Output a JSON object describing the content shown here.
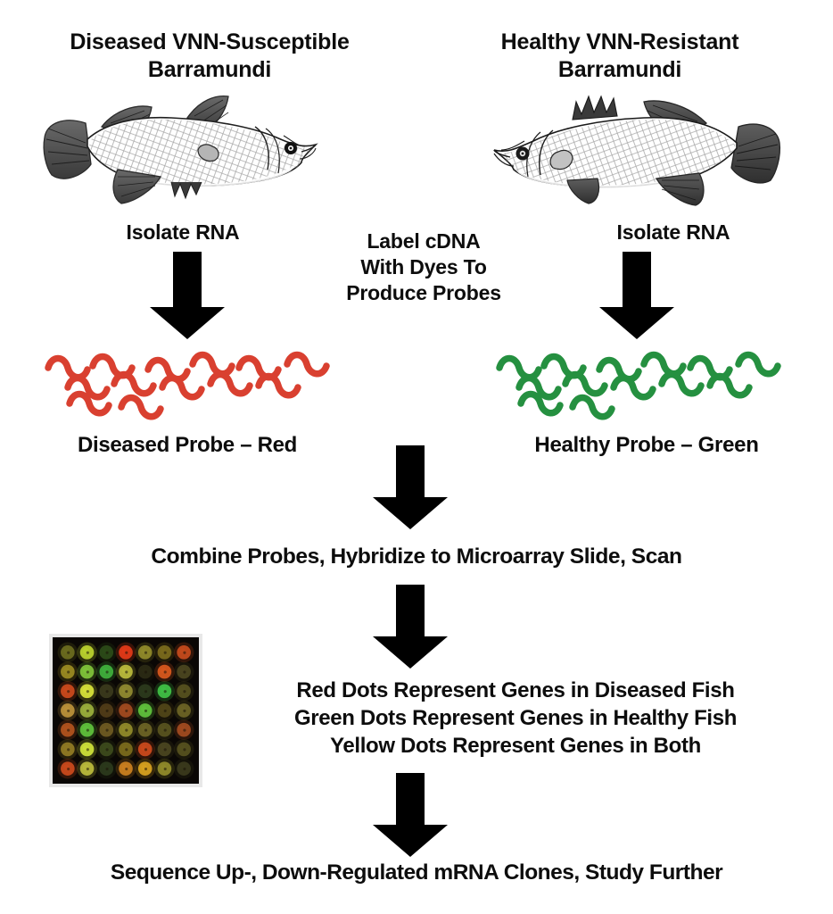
{
  "diagram": {
    "title_left": "Diseased VNN-Susceptible Barramundi",
    "title_right": "Healthy VNN-Resistant Barramundi",
    "headers": {
      "left_line1": "Diseased VNN-Susceptible",
      "left_line2": "Barramundi",
      "right_line1": "Healthy VNN-Resistant",
      "right_line2": "Barramundi"
    },
    "steps": {
      "isolate_rna_left": "Isolate RNA",
      "isolate_rna_right": "Isolate RNA",
      "label_cdna_line1": "Label cDNA",
      "label_cdna_line2": "With Dyes To",
      "label_cdna_line3": "Produce Probes",
      "probe_left": "Diseased Probe – Red",
      "probe_right": "Healthy Probe – Green",
      "combine": "Combine Probes, Hybridize to Microarray Slide, Scan",
      "legend_line1": "Red Dots Represent Genes in Diseased Fish",
      "legend_line2": "Green Dots Represent Genes in Healthy Fish",
      "legend_line3": "Yellow Dots Represent Genes in Both",
      "final": "Sequence Up-, Down-Regulated mRNA Clones, Study Further"
    },
    "icons": {
      "fish_left": "fish-illustration-facing-right",
      "fish_right": "fish-illustration-facing-left",
      "arrow": "down-arrow-icon",
      "probe_left_icon": "red-rna-squiggles",
      "probe_right_icon": "green-rna-squiggles",
      "microarray": "microarray-slide-scan-image"
    },
    "colors": {
      "red_probe": "#D94030",
      "green_probe": "#259040",
      "text": "#0d0d0d",
      "arrow": "#000000",
      "background": "#ffffff",
      "array_background": "#0a0705"
    },
    "microarray": {
      "rows": 7,
      "cols": 7,
      "spots": [
        [
          "#6b6b1f",
          "#b9d12e",
          "#2c4a18",
          "#e03a18",
          "#8f8a2a",
          "#7a6a1c",
          "#c44a1c"
        ],
        [
          "#9a8a22",
          "#7fc23a",
          "#3fae3c",
          "#b9b93c",
          "#2b2a14",
          "#d6571e",
          "#4a4420"
        ],
        [
          "#c9491c",
          "#d6e03a",
          "#3a3a1c",
          "#8f8a30",
          "#2c3a1c",
          "#3fbf46",
          "#55501f"
        ],
        [
          "#b9903a",
          "#9aae3c",
          "#503c18",
          "#a04a20",
          "#5fc03c",
          "#504418",
          "#6b6325"
        ],
        [
          "#b0521e",
          "#5fc03c",
          "#6e5a22",
          "#8f8a2a",
          "#6b6325",
          "#57521f",
          "#a04a20"
        ],
        [
          "#8f7a24",
          "#cde03a",
          "#3c4a1c",
          "#7a6a1c",
          "#c9491c",
          "#4a4420",
          "#55501f"
        ],
        [
          "#c9491c",
          "#b9b93c",
          "#2c3a1c",
          "#c97f20",
          "#d6a020",
          "#8f8a2a",
          "#3a3a1c"
        ]
      ]
    }
  }
}
